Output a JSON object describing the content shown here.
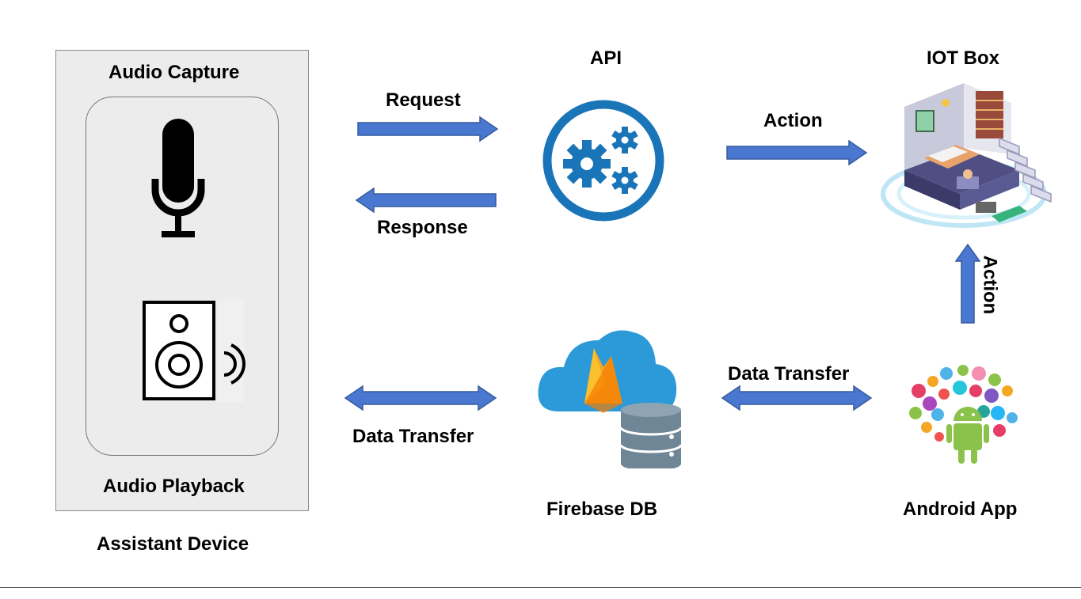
{
  "assistant_device": {
    "title": "Assistant Device",
    "capture_label": "Audio Capture",
    "playback_label": "Audio Playback"
  },
  "api": {
    "label": "API"
  },
  "iot": {
    "label": "IOT Box"
  },
  "firebase": {
    "label": "Firebase DB"
  },
  "android": {
    "label": "Android App"
  },
  "arrows": {
    "request": "Request",
    "response": "Response",
    "action_api_iot": "Action",
    "action_android_iot": "Action",
    "data_transfer_left": "Data Transfer",
    "data_transfer_right": "Data Transfer"
  },
  "colors": {
    "arrow": "#4a78d0",
    "api_ring": "#1a74b8",
    "cloud": "#2c9ad8",
    "db": "#6f8696",
    "android": "#8bc34a"
  }
}
